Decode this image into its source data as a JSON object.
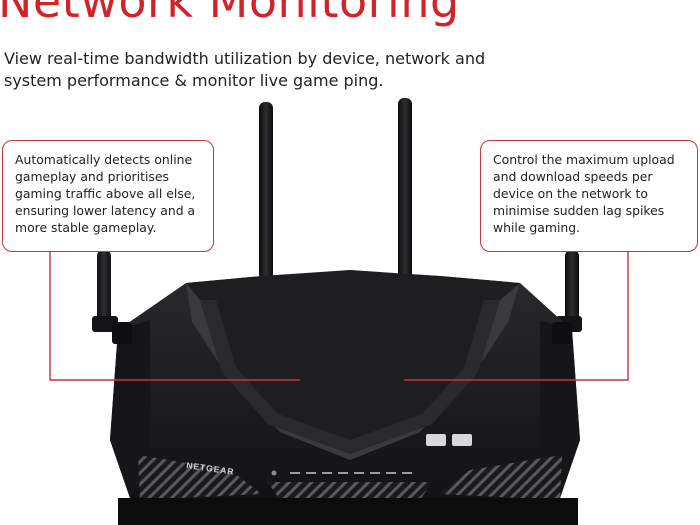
{
  "header": {
    "title": "Network Monitoring",
    "subtitle": "View real-time bandwidth utilization by device, network and system performance & monitor live game ping."
  },
  "callouts": {
    "left": "Automatically detects online gameplay and prioritises gaming traffic above all else, ensuring lower latency and a more stable gameplay.",
    "right": "Control the maximum upload and download speeds per device on the network to minimise sudden lag spikes while gaming."
  },
  "router": {
    "brand": "NETGEAR"
  },
  "colors": {
    "accent": "#d2232a",
    "router_body": "#1c1c1e",
    "router_bevel": "#3a3a3e"
  }
}
